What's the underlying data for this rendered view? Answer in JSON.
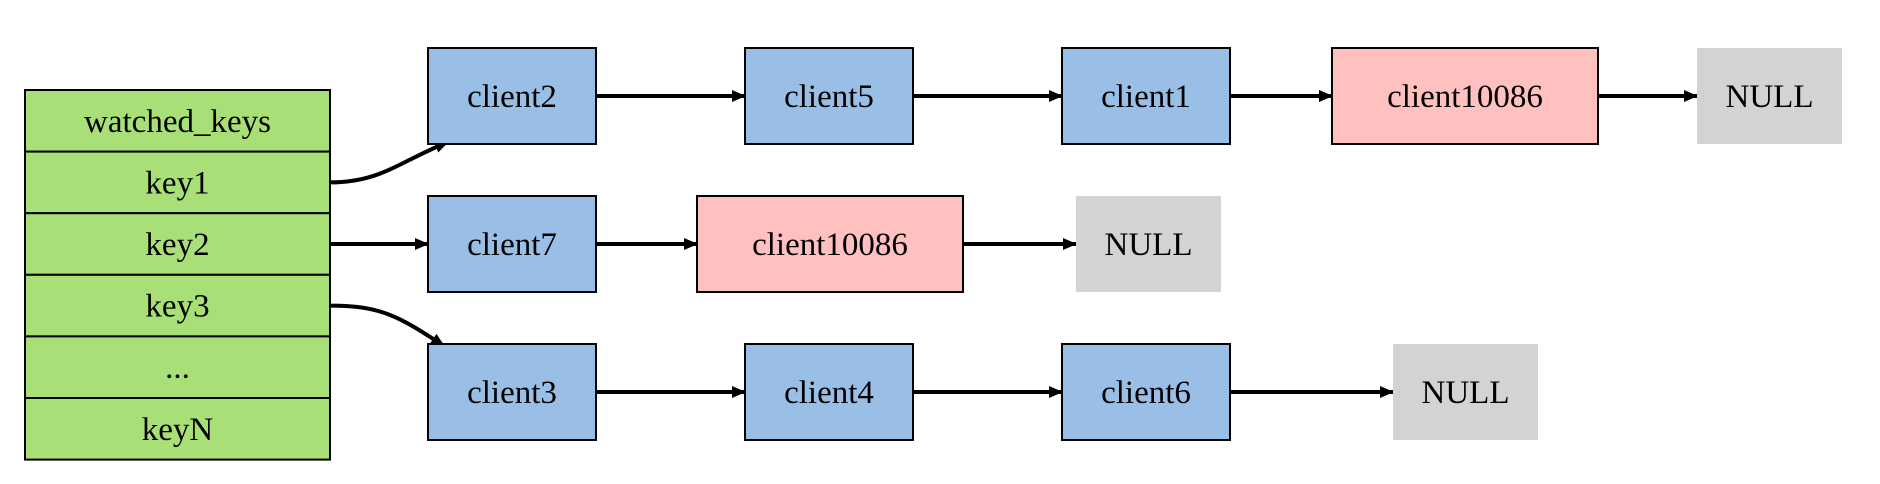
{
  "colors": {
    "table_fill": "#a8e077",
    "client_fill": "#99bfe6",
    "highlight_fill": "#ffc0c0",
    "null_fill": "#d3d3d3",
    "stroke": "#000000",
    "edge": "#000000"
  },
  "table": {
    "rows": [
      "watched_keys",
      "key1",
      "key2",
      "key3",
      "...",
      "keyN"
    ]
  },
  "chains": [
    {
      "key": "key1",
      "nodes": [
        {
          "label": "client2",
          "kind": "client"
        },
        {
          "label": "client5",
          "kind": "client"
        },
        {
          "label": "client1",
          "kind": "client"
        },
        {
          "label": "client10086",
          "kind": "highlight"
        },
        {
          "label": "NULL",
          "kind": "null"
        }
      ]
    },
    {
      "key": "key2",
      "nodes": [
        {
          "label": "client7",
          "kind": "client"
        },
        {
          "label": "client10086",
          "kind": "highlight"
        },
        {
          "label": "NULL",
          "kind": "null"
        }
      ]
    },
    {
      "key": "key3",
      "nodes": [
        {
          "label": "client3",
          "kind": "client"
        },
        {
          "label": "client4",
          "kind": "client"
        },
        {
          "label": "client6",
          "kind": "client"
        },
        {
          "label": "NULL",
          "kind": "null"
        }
      ]
    }
  ]
}
